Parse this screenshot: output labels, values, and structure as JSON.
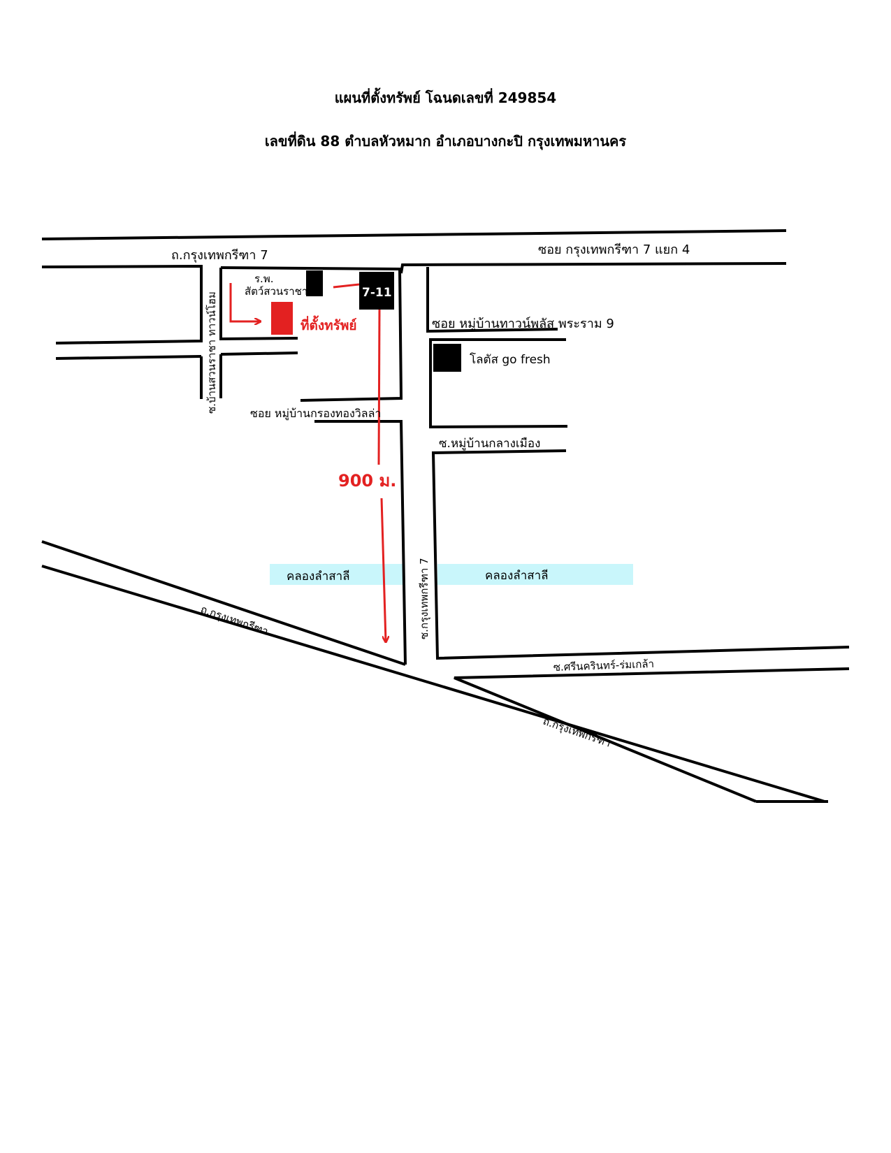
{
  "document": {
    "title_line1": "แผนที่ตั้งทรัพย์ โฉนดเลขที่ 249854",
    "title_line2": "เลขที่ดิน 88 ตำบลหัวหมาก  อำเภอบางกะปิ กรุงเทพมหานคร"
  },
  "map": {
    "colors": {
      "road": "#000000",
      "route": "#e32121",
      "property": "#e32121",
      "canal": "#c9f6fb",
      "landmark": "#000000"
    },
    "labels": {
      "road_top_left": "ถ.กรุงเทพกรีฑา 7",
      "road_top_right": "ซอย กรุงเทพกรีฑา 7 แยก 4",
      "vet_hospital_line1": "ร.พ.",
      "vet_hospital_line2": "สัตว์สวนราชา",
      "seven_eleven": "7-11",
      "property_label": "ที่ตั้งทรัพย์",
      "soi_town_plus": "ซอย หมู่บ้านทาวน์พลัส พระราม 9",
      "lotus": "โลตัส go fresh",
      "soi_ban_suan": "ซ.บ้านสวนราชา ทาวน์โฮม",
      "soi_krong_thong": "ซอย หมู่บ้านกรองทองวิลล่า",
      "soi_klang_mueang": "ซ.หมู่บ้านกลางเมือง",
      "distance": "900 ม.",
      "canal_left": "คลองลำสาลี",
      "canal_right": "คลองลำสาลี",
      "road_soi7_vertical": "ซ.กรุงเทพกรีฑา 7",
      "road_main_left": "ถ.กรุงเทพกรีฑา",
      "road_main_right": "ถ.กรุงเทพกรีฑา",
      "soi_srinakarin": "ซ.ศรีนครินทร์-ร่มเกล้า"
    }
  }
}
